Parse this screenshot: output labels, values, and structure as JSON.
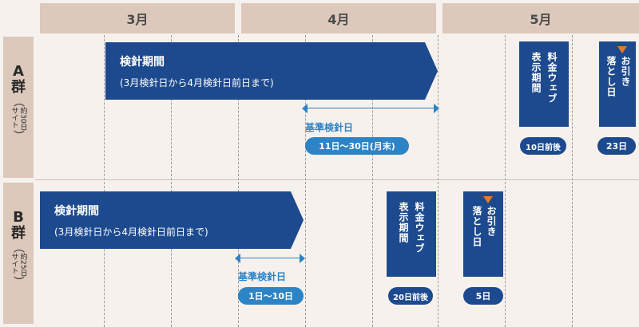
{
  "months": [
    "3月",
    "4月",
    "5月"
  ],
  "groups": [
    {
      "label": "A",
      "label2": "群",
      "paren_open": "（",
      "paren_close": "）",
      "cycle_col1": "約30日",
      "cycle_col2": "サイト",
      "period_title": "検針期間",
      "period_sub": "(3月検針日から4月検針日前日まで)",
      "kijun_label": "基準検針日",
      "kijun_range": "11日～30日(月末)",
      "web_col1": "料金ウェブ",
      "web_col2": "表示期間",
      "web_timing": "10日前後",
      "debit_col1": "お引き",
      "debit_col2": "落とし日",
      "debit_day": "23日"
    },
    {
      "label": "B",
      "label2": "群",
      "paren_open": "（",
      "paren_close": "）",
      "cycle_col1": "約25日",
      "cycle_col2": "サイト",
      "period_title": "検針期間",
      "period_sub": "(3月検針日から4月検針日前日まで)",
      "kijun_label": "基準検針日",
      "kijun_range": "1日～10日",
      "web_col1": "料金ウェブ",
      "web_col2": "表示期間",
      "web_timing": "20日前後",
      "debit_col1": "お引き",
      "debit_col2": "落とし日",
      "debit_day": "5日"
    }
  ],
  "colors": {
    "navy": "#1d4a8e",
    "light_blue": "#2c84c6",
    "orange": "#e77a2a",
    "header_bg": "#dcc9bb",
    "page_bg": "#f7f1ee"
  }
}
